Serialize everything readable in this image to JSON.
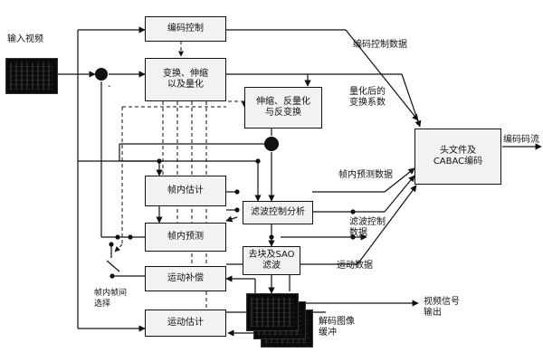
{
  "labels": {
    "input_video": "输入视频",
    "coding_control_data": "编码控制数据",
    "quantized_coefficients": "量化后的\n变换系数",
    "intra_prediction_data": "帧内预测数据",
    "filter_control_data": "滤波控制\n数据",
    "motion_data": "运动数据",
    "bitstream": "编码码流",
    "intra_inter_select": "帧内帧间\n选择",
    "output_video": "视频信号\n输出",
    "decoded_picture_buffer": "解码图像\n缓冲",
    "minus_sign": "-"
  },
  "blocks": {
    "coding_control": "编码控制",
    "transform_quant": "变换、伸缩\n以及量化",
    "inverse_transform": "伸缩、反量化\n与反变换",
    "intra_estimation": "帧内估计",
    "intra_prediction": "帧内预测",
    "filter_control_analysis": "滤波控制分析",
    "deblock_sao": "去块及SAO\n滤波",
    "motion_compensation": "运动补偿",
    "motion_estimation": "运动估计",
    "header_cabac": "头文件及\nCABAC编码"
  },
  "colors": {
    "line": "#111111",
    "block_fill": "#f2f2f2",
    "screen": "#0b0b0b"
  }
}
